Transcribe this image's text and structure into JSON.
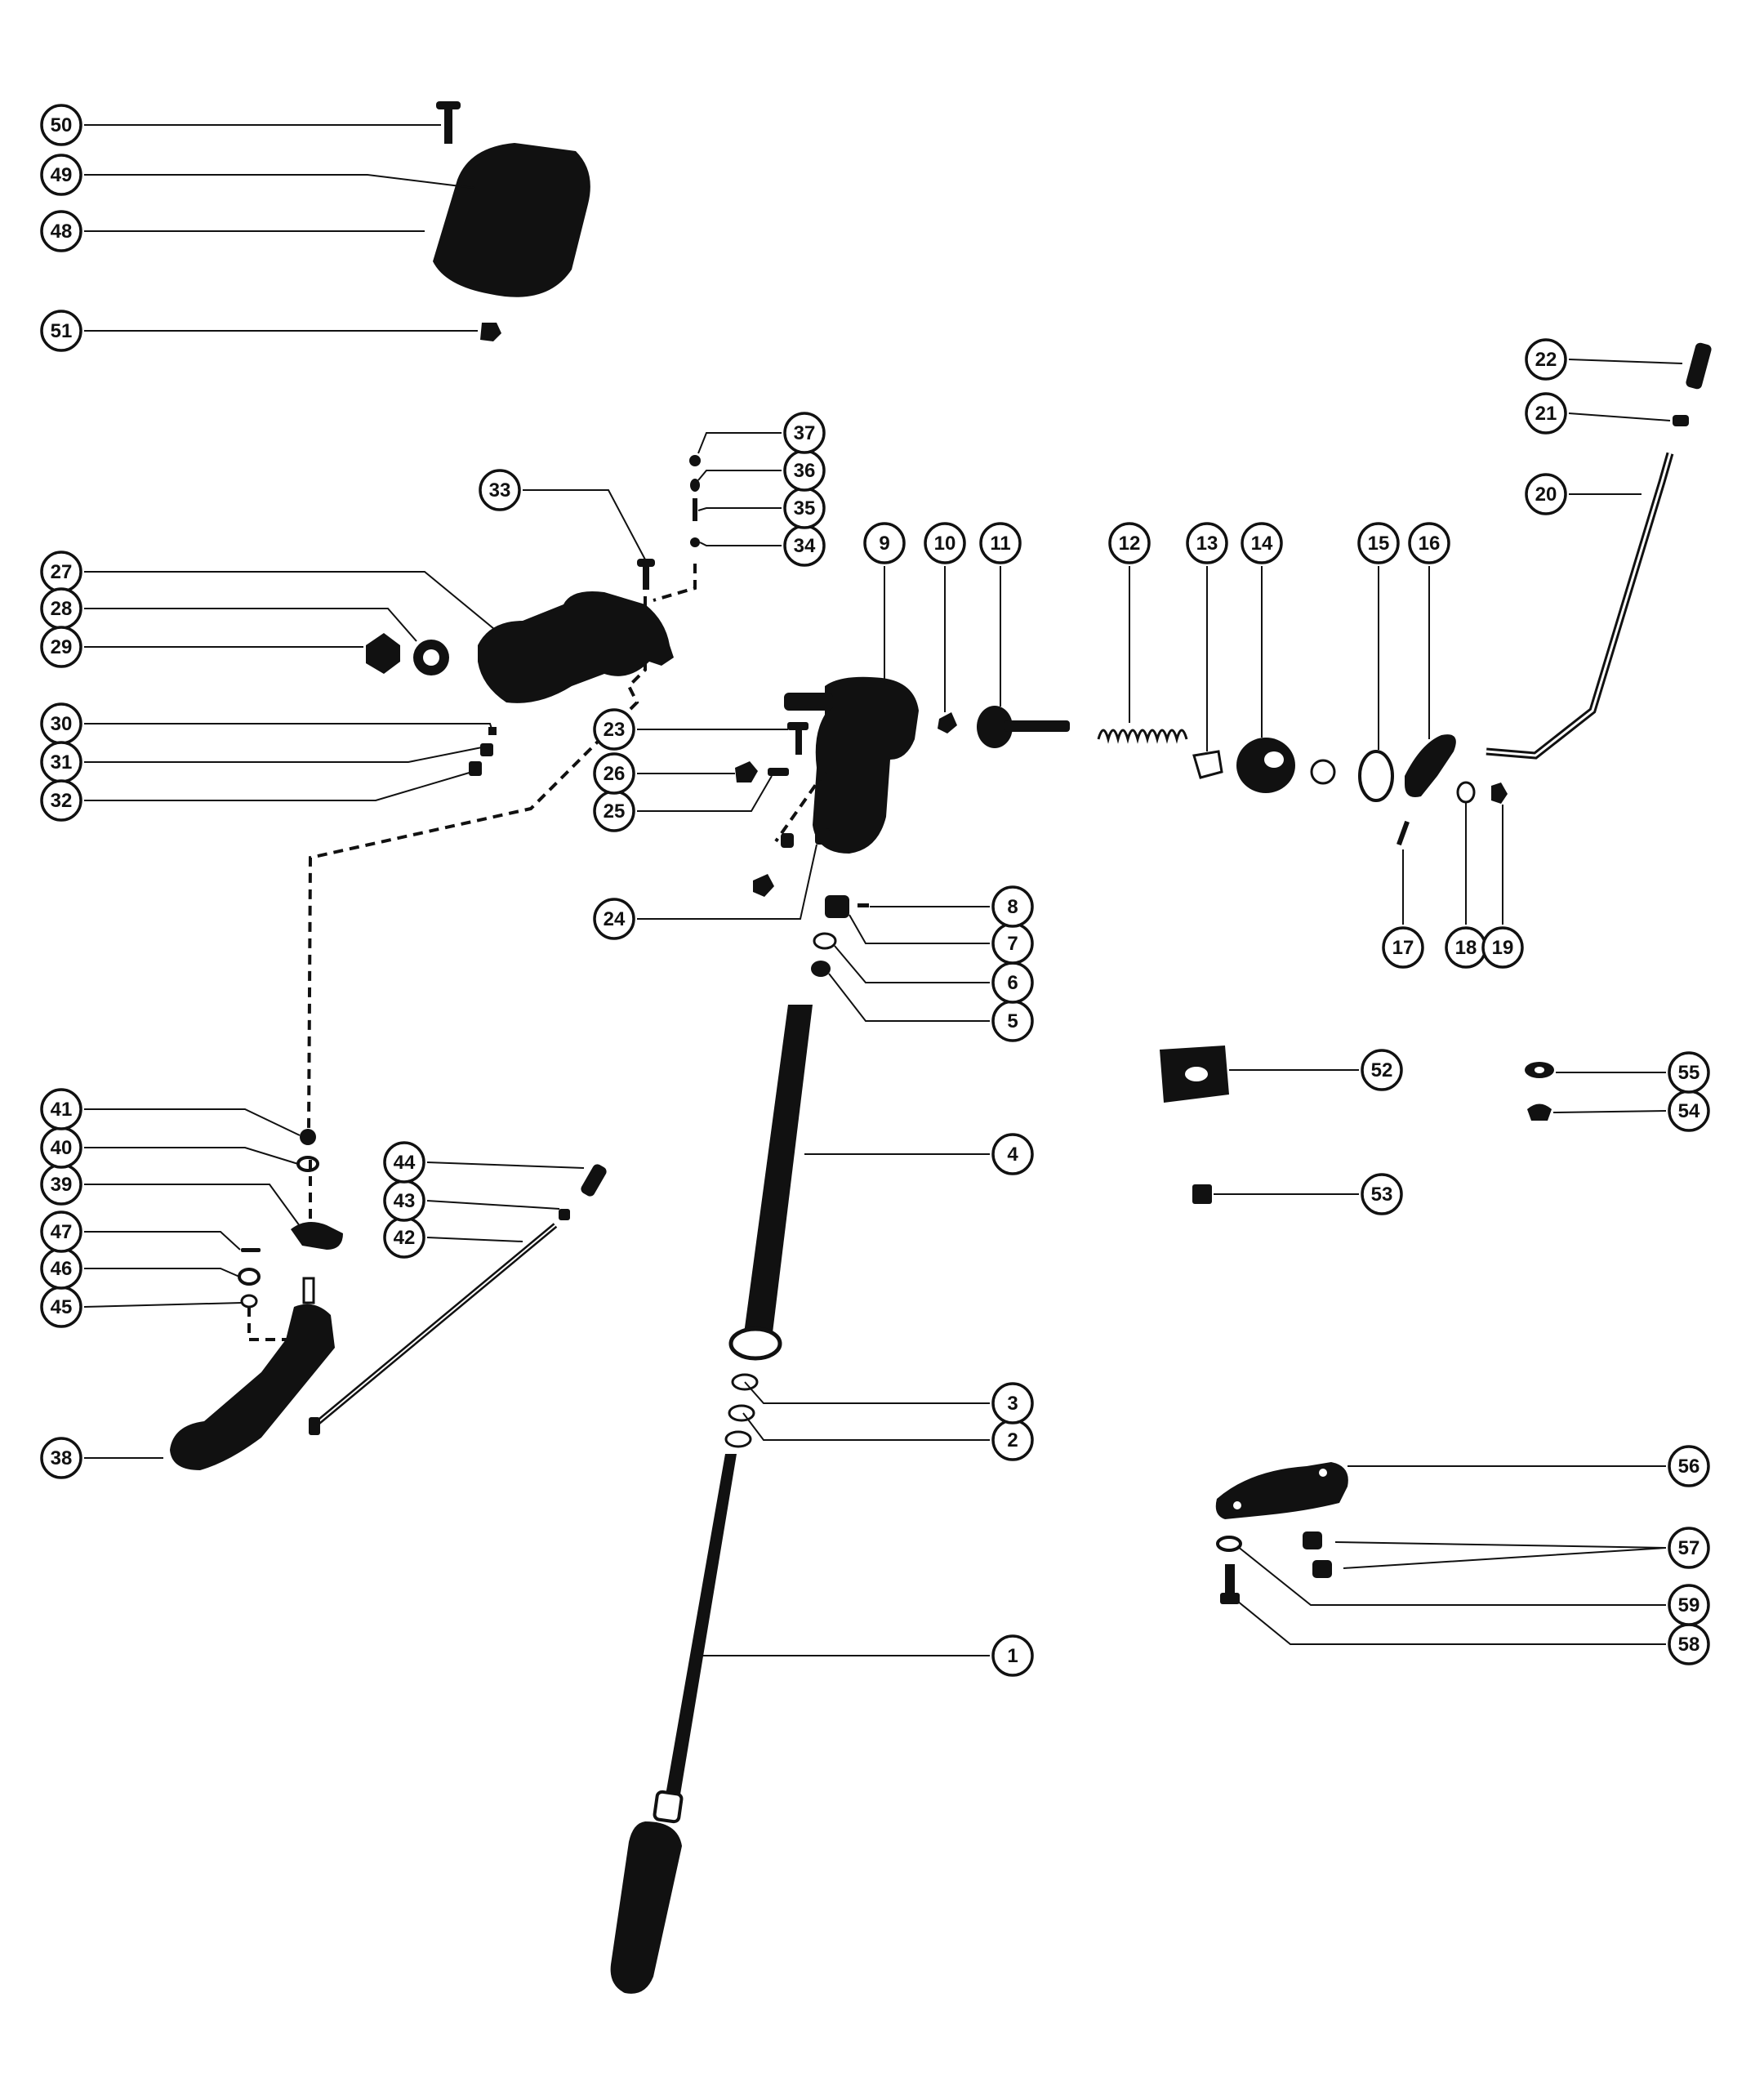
{
  "callouts": [
    "1",
    "2",
    "3",
    "4",
    "5",
    "6",
    "7",
    "8",
    "9",
    "10",
    "11",
    "12",
    "13",
    "14",
    "15",
    "16",
    "17",
    "18",
    "19",
    "20",
    "21",
    "22",
    "23",
    "24",
    "25",
    "26",
    "27",
    "28",
    "29",
    "30",
    "31",
    "32",
    "33",
    "34",
    "35",
    "36",
    "37",
    "38",
    "39",
    "40",
    "41",
    "42",
    "43",
    "44",
    "45",
    "46",
    "47",
    "48",
    "49",
    "50",
    "51",
    "52",
    "53",
    "54",
    "55",
    "56",
    "57",
    "58",
    "59"
  ],
  "colors": {
    "ink": "#111111",
    "background": "#ffffff"
  }
}
